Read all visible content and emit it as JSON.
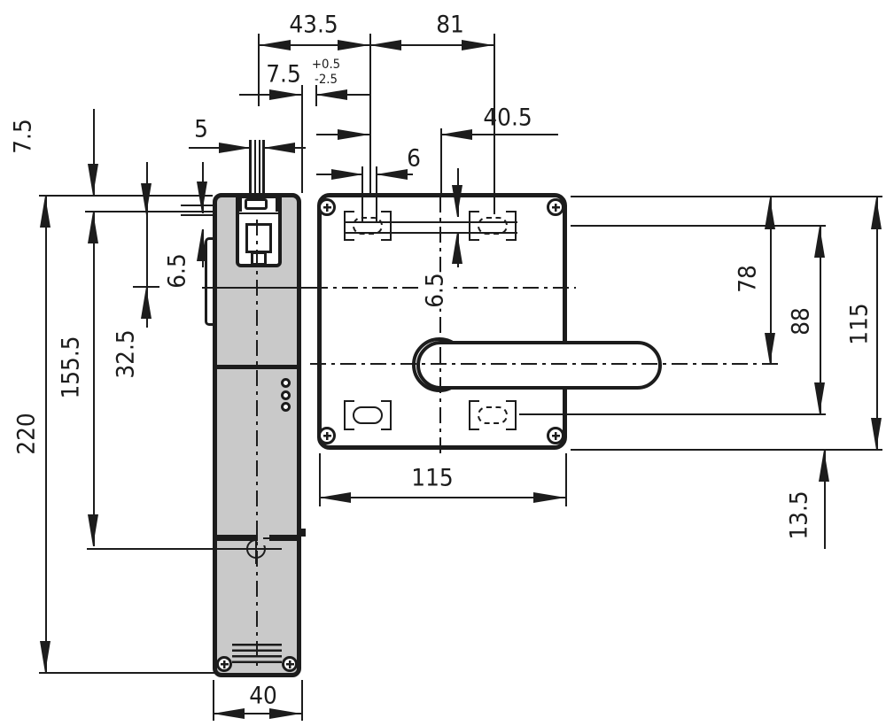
{
  "dimensions": {
    "top_span_left": "43.5",
    "top_span_right": "81",
    "door_gap": "7.5",
    "door_gap_tol_plus": "+0.5",
    "door_gap_tol_minus": "-2.5",
    "hole_offset_top": "40.5",
    "slot_width": "6",
    "actuator_width": "5",
    "head_step": "7.5",
    "overall_height": "220",
    "release_height": "155.5",
    "center_offset": "32.5",
    "side_slot_offset": "6.5",
    "plate_slot_offset": "6.5",
    "handle_center_from_top": "78",
    "hole_span_vertical": "88",
    "plate_height": "115",
    "bottom_hole_offset": "13.5",
    "plate_width": "115",
    "body_width": "40"
  },
  "colors": {
    "line": "#1c1c1c",
    "body_fill": "#c9c9c9",
    "background": "#ffffff"
  }
}
